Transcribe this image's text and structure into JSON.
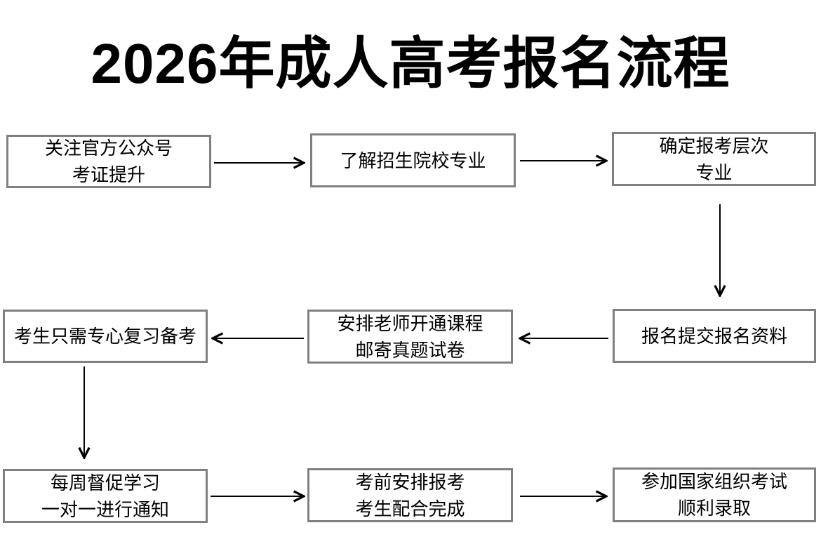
{
  "title": "2026年成人高考报名流程",
  "colors": {
    "background": "#ffffff",
    "box_border": "#808080",
    "box_fill": "#ffffff",
    "box_text": "#000000",
    "arrow": "#000000",
    "title_text": "#000000"
  },
  "nodes": {
    "step1": {
      "lines": [
        "关注官方公众号",
        "考证提升"
      ]
    },
    "step2": {
      "lines": [
        "了解招生院校专业"
      ]
    },
    "step3": {
      "lines": [
        "确定报考层次",
        "专业"
      ]
    },
    "step4": {
      "lines": [
        "报名提交报名资料"
      ]
    },
    "step5": {
      "lines": [
        "安排老师开通课程",
        "邮寄真题试卷"
      ]
    },
    "step6": {
      "lines": [
        "考生只需专心复习备考"
      ]
    },
    "step7": {
      "lines": [
        "每周督促学习",
        "一对一进行通知"
      ]
    },
    "step8": {
      "lines": [
        "考前安排报考",
        "考生配合完成"
      ]
    },
    "step9": {
      "lines": [
        "参加国家组织考试",
        "顺利录取"
      ]
    }
  },
  "edges": [
    {
      "from": "step1",
      "to": "step2",
      "direction": "right"
    },
    {
      "from": "step2",
      "to": "step3",
      "direction": "right"
    },
    {
      "from": "step3",
      "to": "step4",
      "direction": "down"
    },
    {
      "from": "step4",
      "to": "step5",
      "direction": "left"
    },
    {
      "from": "step5",
      "to": "step6",
      "direction": "left"
    },
    {
      "from": "step6",
      "to": "step7",
      "direction": "down"
    },
    {
      "from": "step7",
      "to": "step8",
      "direction": "right"
    },
    {
      "from": "step8",
      "to": "step9",
      "direction": "right"
    }
  ]
}
